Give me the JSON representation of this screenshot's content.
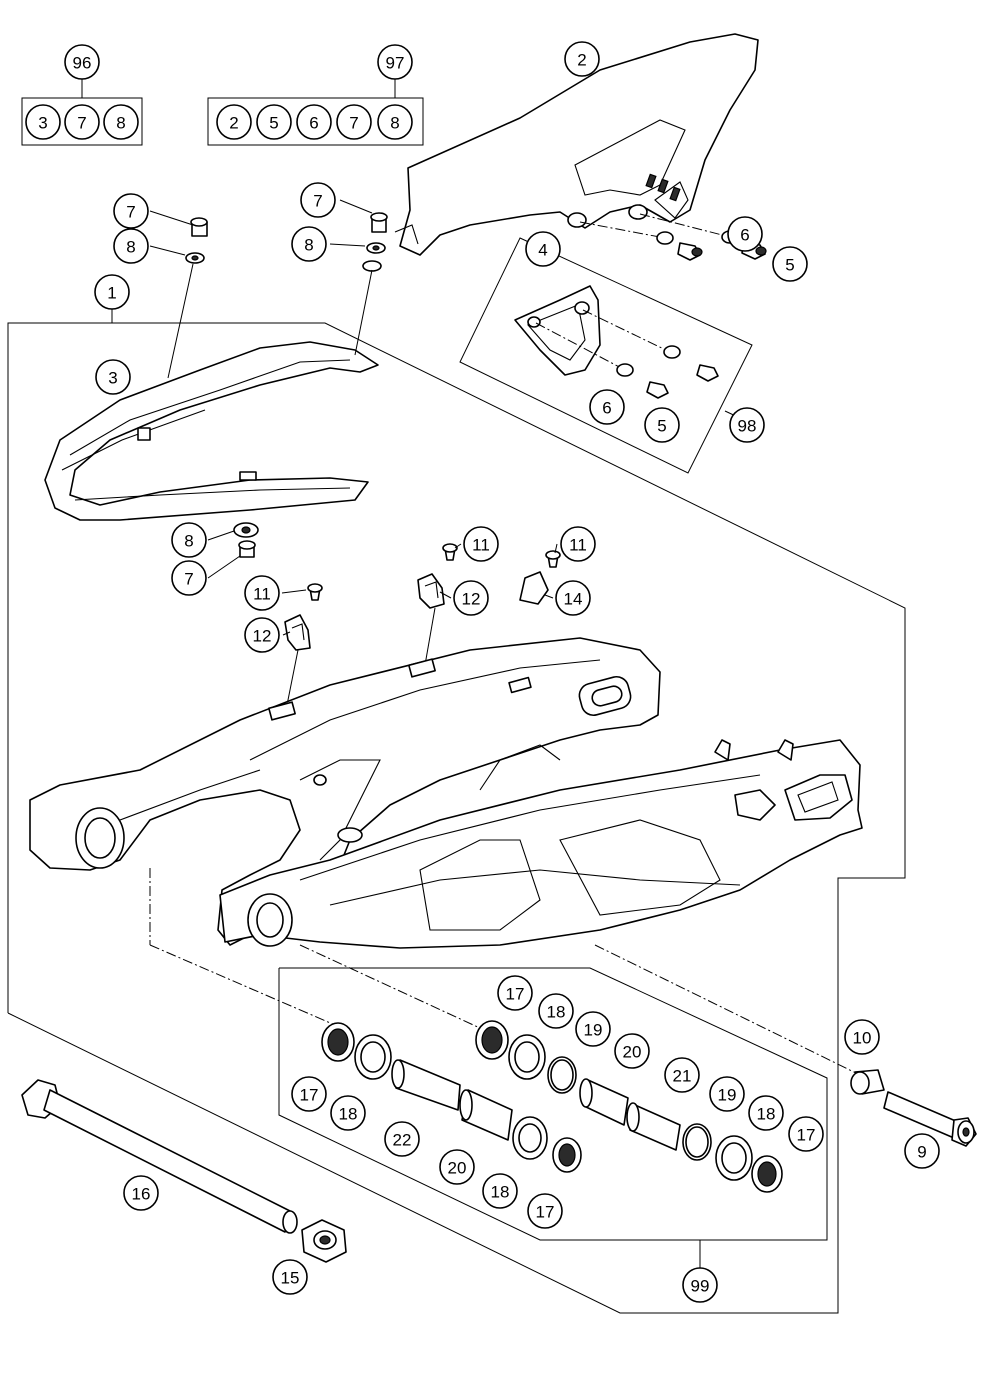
{
  "callouts": [
    {
      "id": "c96",
      "label": "96"
    },
    {
      "id": "c96-3",
      "label": "3"
    },
    {
      "id": "c96-7",
      "label": "7"
    },
    {
      "id": "c96-8",
      "label": "8"
    },
    {
      "id": "c97",
      "label": "97"
    },
    {
      "id": "c97-2",
      "label": "2"
    },
    {
      "id": "c97-5",
      "label": "5"
    },
    {
      "id": "c97-6",
      "label": "6"
    },
    {
      "id": "c97-7",
      "label": "7"
    },
    {
      "id": "c97-8",
      "label": "8"
    },
    {
      "id": "c2",
      "label": "2"
    },
    {
      "id": "c7a",
      "label": "7"
    },
    {
      "id": "c8a",
      "label": "8"
    },
    {
      "id": "c7b",
      "label": "7"
    },
    {
      "id": "c8b",
      "label": "8"
    },
    {
      "id": "c1",
      "label": "1"
    },
    {
      "id": "c3",
      "label": "3"
    },
    {
      "id": "c4",
      "label": "4"
    },
    {
      "id": "c6a",
      "label": "6"
    },
    {
      "id": "c5a",
      "label": "5"
    },
    {
      "id": "c6b",
      "label": "6"
    },
    {
      "id": "c5b",
      "label": "5"
    },
    {
      "id": "c98",
      "label": "98"
    },
    {
      "id": "c8c",
      "label": "8"
    },
    {
      "id": "c7c",
      "label": "7"
    },
    {
      "id": "c11a",
      "label": "11"
    },
    {
      "id": "c11b",
      "label": "11"
    },
    {
      "id": "c11c",
      "label": "11"
    },
    {
      "id": "c12a",
      "label": "12"
    },
    {
      "id": "c12b",
      "label": "12"
    },
    {
      "id": "c14",
      "label": "14"
    },
    {
      "id": "c10",
      "label": "10"
    },
    {
      "id": "c9",
      "label": "9"
    },
    {
      "id": "c17a",
      "label": "17"
    },
    {
      "id": "c18a",
      "label": "18"
    },
    {
      "id": "c19a",
      "label": "19"
    },
    {
      "id": "c20a",
      "label": "20"
    },
    {
      "id": "c21",
      "label": "21"
    },
    {
      "id": "c19b",
      "label": "19"
    },
    {
      "id": "c18b",
      "label": "18"
    },
    {
      "id": "c17b",
      "label": "17"
    },
    {
      "id": "c17c",
      "label": "17"
    },
    {
      "id": "c18c",
      "label": "18"
    },
    {
      "id": "c22",
      "label": "22"
    },
    {
      "id": "c20b",
      "label": "20"
    },
    {
      "id": "c18d",
      "label": "18"
    },
    {
      "id": "c17d",
      "label": "17"
    },
    {
      "id": "c16",
      "label": "16"
    },
    {
      "id": "c15",
      "label": "15"
    },
    {
      "id": "c99",
      "label": "99"
    }
  ]
}
